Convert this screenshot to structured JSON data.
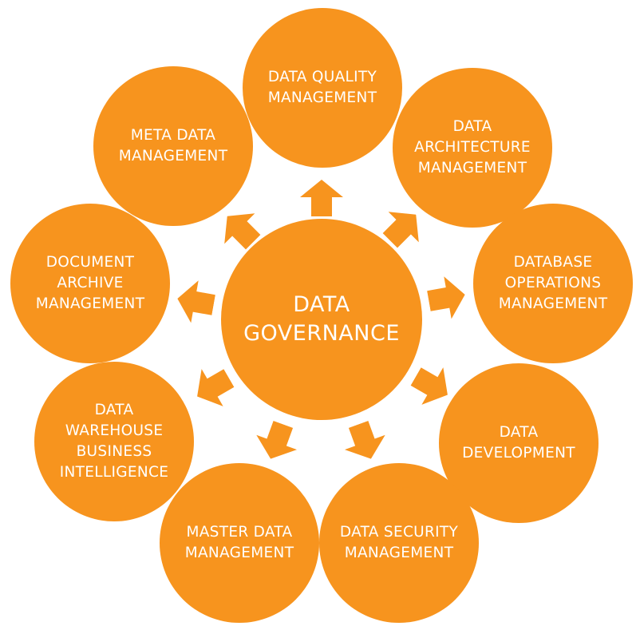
{
  "colors": {
    "accent": "#F7941E",
    "text": "#FFFFFF"
  },
  "center": {
    "label": "DATA\nGOVERNANCE"
  },
  "nodes": [
    {
      "label": "DATA QUALITY\nMANAGEMENT"
    },
    {
      "label": "DATA\nARCHITECTURE\nMANAGEMENT"
    },
    {
      "label": "DATABASE\nOPERATIONS\nMANAGEMENT"
    },
    {
      "label": "DATA\nDEVELOPMENT"
    },
    {
      "label": "DATA SECURITY\nMANAGEMENT"
    },
    {
      "label": "MASTER DATA\nMANAGEMENT"
    },
    {
      "label": "DATA\nWAREHOUSE\nBUSINESS\nINTELLIGENCE"
    },
    {
      "label": "DOCUMENT\nARCHIVE\nMANAGEMENT"
    },
    {
      "label": "META DATA\nMANAGEMENT"
    }
  ]
}
